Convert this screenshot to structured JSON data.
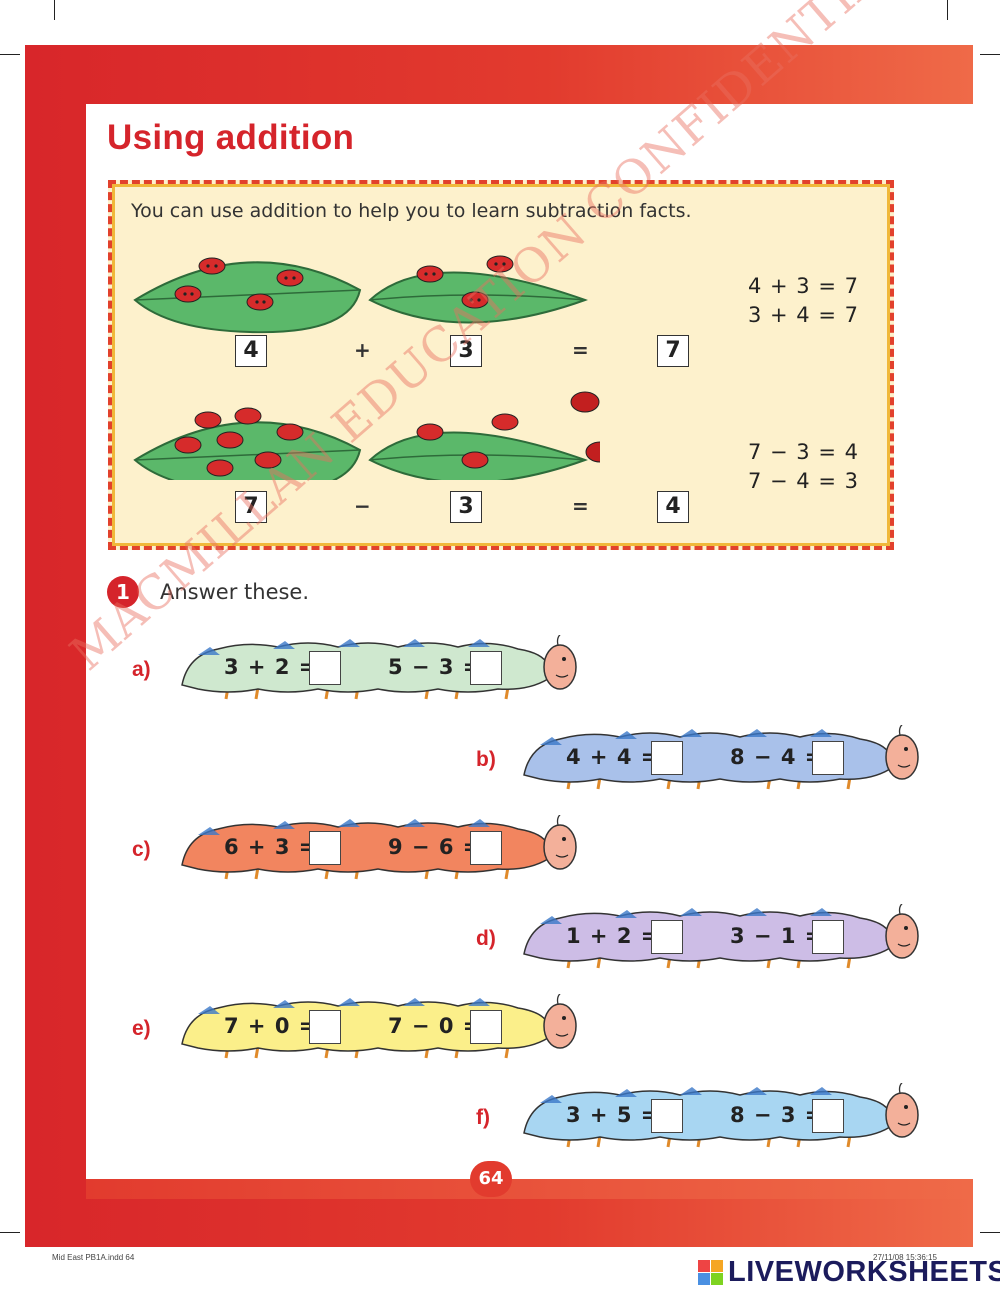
{
  "title": "Using addition",
  "intro": "You can use addition to help you to learn subtraction facts.",
  "example_addition": {
    "a": "4",
    "op": "+",
    "b": "3",
    "eq": "=",
    "result": "7"
  },
  "example_subtraction": {
    "a": "7",
    "op": "−",
    "b": "3",
    "eq": "=",
    "result": "4"
  },
  "facts_addition": [
    "4 + 3 = 7",
    "3 + 4 = 7"
  ],
  "facts_subtraction": [
    "7 − 3 = 4",
    "7 − 4 = 3"
  ],
  "question": {
    "number": "1",
    "text": "Answer these."
  },
  "exercises": [
    {
      "label": "a)",
      "eq1": "3 + 2 =",
      "eq2": "5 − 3 =",
      "color": "#cfe8cf"
    },
    {
      "label": "b)",
      "eq1": "4 + 4 =",
      "eq2": "8 − 4 =",
      "color": "#a9c1ea"
    },
    {
      "label": "c)",
      "eq1": "6 + 3 =",
      "eq2": "9 − 6 =",
      "color": "#f2855f"
    },
    {
      "label": "d)",
      "eq1": "1 + 2 =",
      "eq2": "3 − 1 =",
      "color": "#cdbde6"
    },
    {
      "label": "e)",
      "eq1": "7 + 0 =",
      "eq2": "7 − 0 =",
      "color": "#fbef8a"
    },
    {
      "label": "f)",
      "eq1": "3 + 5 =",
      "eq2": "8 − 3 =",
      "color": "#a8d6f2"
    }
  ],
  "page_number": "64",
  "footer": {
    "left": "Mid East PB1A.indd   64",
    "right": "27/11/08   15:36:15"
  },
  "watermark": "MACMILLAN EDUCATION CONFIDENTIAL",
  "brand": "LIVEWORKSHEETS",
  "colors": {
    "red": "#d5242b",
    "box_bg": "#fdf1cc",
    "leaf": "#5bb86a",
    "ladybird": "#d62b2b"
  }
}
